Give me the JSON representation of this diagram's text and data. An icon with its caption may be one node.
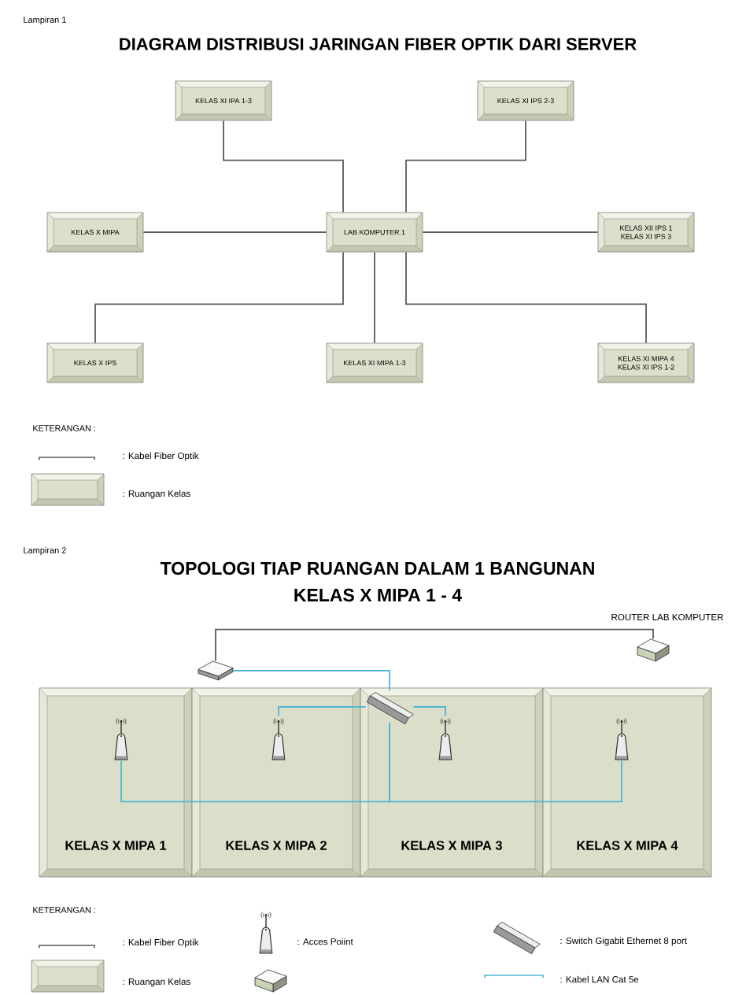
{
  "diagram": {
    "title": "DIAGRAM DISTRIBUSI JARINGAN FIBER OPTIK DARI SERVER",
    "nodes": [
      {
        "text": [
          "KELAS XI IPA 1-3"
        ]
      },
      {
        "text": [
          "KELAS XI IPS 2-3"
        ]
      },
      {
        "text": [
          "KELAS X MIPA"
        ]
      },
      {
        "text": [
          "LAB KOMPUTER 1"
        ]
      },
      {
        "text": [
          "KELAS XII IPS 1",
          "KELAS XI IPS 3"
        ]
      },
      {
        "text": [
          "KELAS X IPS"
        ]
      },
      {
        "text": [
          "KELAS XI MIPA 1-3"
        ]
      },
      {
        "text": [
          "KELAS XI MIPA 4",
          "KELAS XI IPS 1-2"
        ]
      },
      {
        "text": [],
        "shape": "picture",
        "beside": [
          "ROUTER LAB KOMPUTER"
        ]
      },
      {
        "text": [],
        "shape": "picture"
      },
      {
        "text": [
          "KELAS X MIPA 1"
        ]
      },
      {
        "text": [],
        "shape": "picture",
        "in": 10
      },
      {
        "text": [
          "KELAS X MIPA 2"
        ]
      },
      {
        "text": [],
        "shape": "picture",
        "in": 12
      },
      {
        "text": [
          "KELAS X MIPA 3"
        ]
      },
      {
        "text": [],
        "shape": "picture",
        "in": 14
      },
      {
        "text": [],
        "shape": "picture",
        "in": 14
      },
      {
        "text": [
          "KELAS X MIPA 4"
        ]
      },
      {
        "text": [],
        "shape": "picture",
        "in": 17
      }
    ],
    "edges": [
      {
        "from": 3,
        "to": 0,
        "arrow": "none"
      },
      {
        "from": 3,
        "to": 1,
        "arrow": "none"
      },
      {
        "from": 3,
        "to": 2,
        "arrow": "none"
      },
      {
        "from": 3,
        "to": 4,
        "arrow": "none"
      },
      {
        "from": 3,
        "to": 5,
        "arrow": "none"
      },
      {
        "from": 3,
        "to": 6,
        "arrow": "none"
      },
      {
        "from": 3,
        "to": 7,
        "arrow": "none"
      },
      {
        "from": 8,
        "to": 9,
        "arrow": "none"
      },
      {
        "from": 9,
        "to": 15,
        "arrow": "none",
        "color": "#4db8d8"
      },
      {
        "from": 15,
        "to": 11,
        "arrow": "none",
        "color": "#4db8d8"
      },
      {
        "from": 15,
        "to": 13,
        "arrow": "none",
        "color": "#4db8d8"
      },
      {
        "from": 15,
        "to": 16,
        "arrow": "none",
        "color": "#4db8d8"
      },
      {
        "from": 15,
        "to": 18,
        "arrow": "none",
        "color": "#4db8d8"
      }
    ],
    "labels": [
      "Lampiran 1",
      "KETERANGAN :",
      "Lampiran 2",
      "TOPOLOGI TIAP RUANGAN DALAM 1 BANGUNAN",
      "KELAS X MIPA 1 - 4",
      "KETERANGAN :"
    ],
    "legend": [
      {
        "text": ": Kabel Fiber Optik"
      },
      {
        "text": ": Ruangan Kelas"
      },
      {
        "text": ": Kabel Fiber Optik"
      },
      {
        "text": ": Acces Poiint"
      },
      {
        "text": ": Switch Gigabit Ethernet 8 port"
      },
      {
        "text": ": Ruangan Kelas"
      },
      {
        "text": ": Kabel LAN Cat 5e"
      }
    ]
  }
}
